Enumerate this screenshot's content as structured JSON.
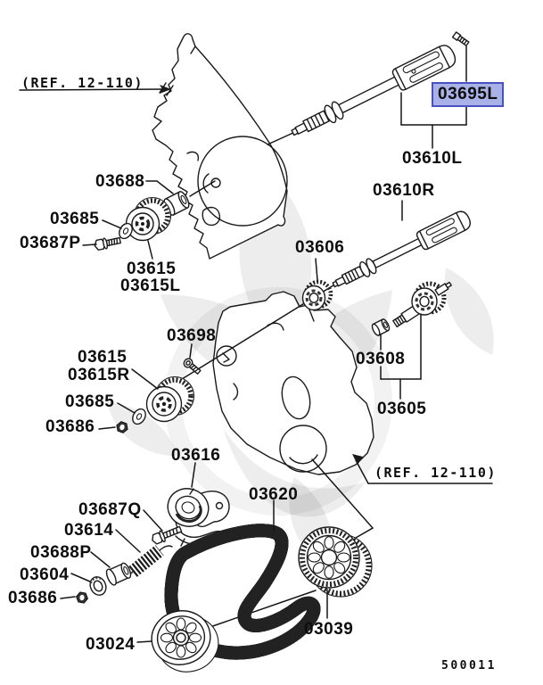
{
  "diagram": {
    "references": {
      "top": "(REF. 12-110)",
      "bottom": "(REF. 12-110)"
    },
    "drawing_number": "500011",
    "highlight": {
      "bg": "#a9b2e8",
      "border": "#4a52c0",
      "style": "background:#a9b2e8;border:2px solid #4a52c0"
    },
    "line_color": "#1a1a1a",
    "labels": [
      {
        "id": "03695L",
        "text": "03695L",
        "highlighted": true
      },
      {
        "id": "03610L",
        "text": "03610L"
      },
      {
        "id": "03610R",
        "text": "03610R"
      },
      {
        "id": "03688",
        "text": "03688"
      },
      {
        "id": "03685-upper",
        "text": "03685"
      },
      {
        "id": "03687P",
        "text": "03687P"
      },
      {
        "id": "03615-left",
        "text": "03615"
      },
      {
        "id": "03615L",
        "text": "03615L"
      },
      {
        "id": "03606",
        "text": "03606"
      },
      {
        "id": "03698",
        "text": "03698"
      },
      {
        "id": "03608",
        "text": "03608"
      },
      {
        "id": "03605",
        "text": "03605"
      },
      {
        "id": "03615-right",
        "text": "03615"
      },
      {
        "id": "03615R",
        "text": "03615R"
      },
      {
        "id": "03685-lower",
        "text": "03685"
      },
      {
        "id": "03686-middle",
        "text": "03686"
      },
      {
        "id": "03616",
        "text": "03616"
      },
      {
        "id": "03687Q",
        "text": "03687Q"
      },
      {
        "id": "03620",
        "text": "03620"
      },
      {
        "id": "03614",
        "text": "03614"
      },
      {
        "id": "03688P",
        "text": "03688P"
      },
      {
        "id": "03604",
        "text": "03604"
      },
      {
        "id": "03686-bottom",
        "text": "03686"
      },
      {
        "id": "03024",
        "text": "03024"
      },
      {
        "id": "03039",
        "text": "03039"
      }
    ]
  }
}
